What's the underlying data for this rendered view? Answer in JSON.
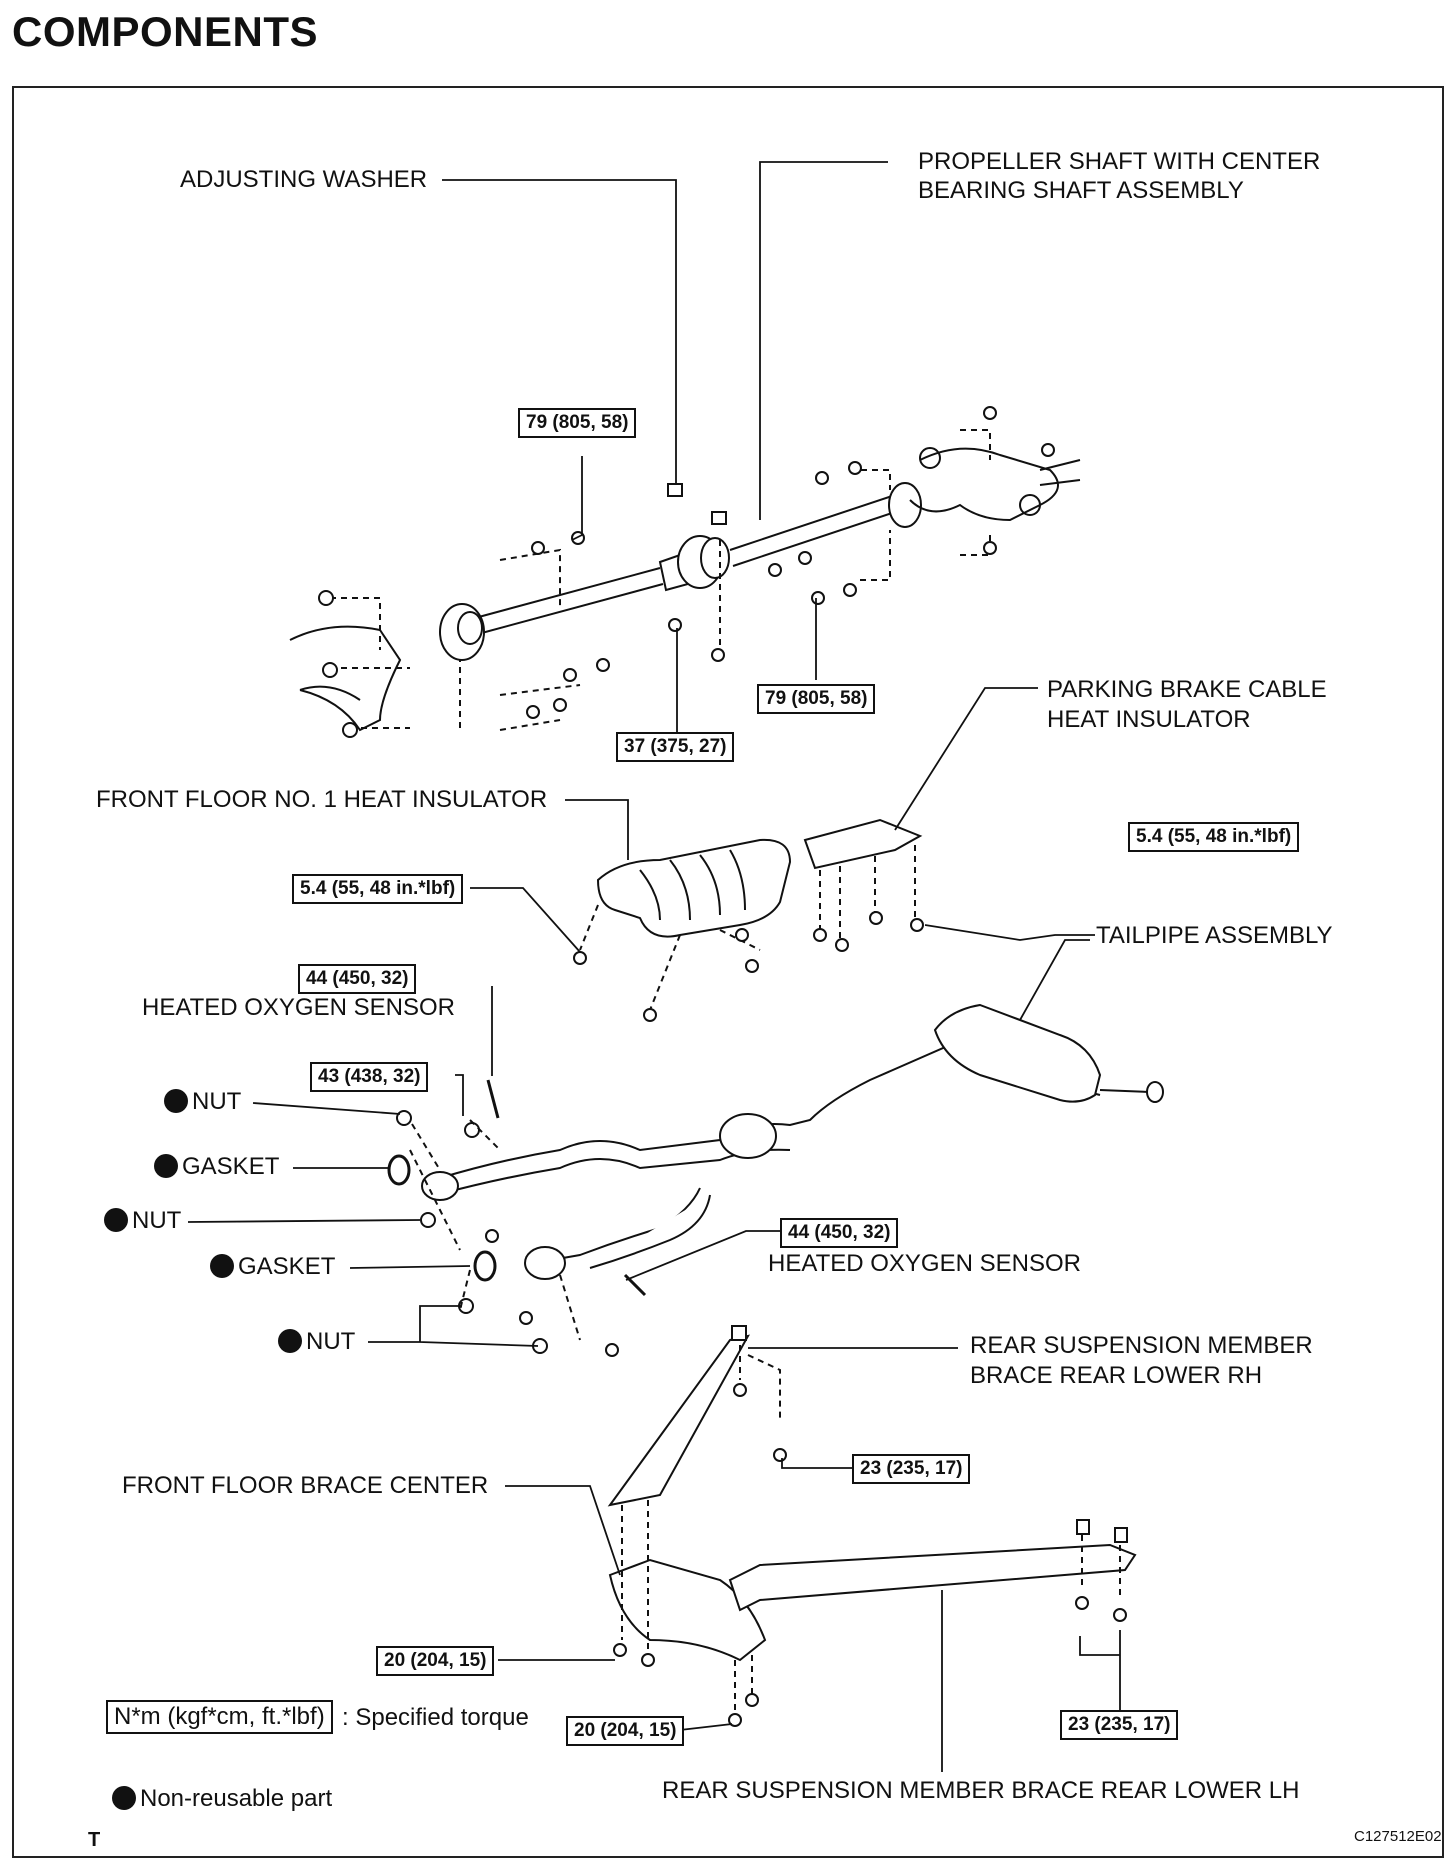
{
  "title": "COMPONENTS",
  "labels": {
    "adjusting_washer": "ADJUSTING WASHER",
    "propeller_shaft_1": "PROPELLER SHAFT WITH CENTER",
    "propeller_shaft_2": "BEARING SHAFT ASSEMBLY",
    "parking_brake_1": "PARKING BRAKE CABLE",
    "parking_brake_2": "HEAT INSULATOR",
    "front_floor_insulator": "FRONT FLOOR NO. 1 HEAT INSULATOR",
    "tailpipe": "TAILPIPE ASSEMBLY",
    "heated_oxygen_sensor_1": "HEATED OXYGEN SENSOR",
    "heated_oxygen_sensor_2": "HEATED OXYGEN SENSOR",
    "nut_1": "NUT",
    "gasket_1": "GASKET",
    "nut_2": "NUT",
    "gasket_2": "GASKET",
    "nut_3": "NUT",
    "rear_rh_1": "REAR SUSPENSION MEMBER",
    "rear_rh_2": "BRACE REAR LOWER RH",
    "front_floor_brace": "FRONT FLOOR BRACE CENTER",
    "rear_lh": "REAR SUSPENSION MEMBER BRACE REAR LOWER LH"
  },
  "torques": {
    "t1": "79 (805, 58)",
    "t2": "79 (805, 58)",
    "t3": "37 (375, 27)",
    "t4": "5.4 (55, 48 in.*lbf)",
    "t5": "5.4 (55, 48 in.*lbf)",
    "t6": "44 (450, 32)",
    "t7": "43 (438, 32)",
    "t8": "44 (450, 32)",
    "t9": "23 (235, 17)",
    "t10": "20 (204, 15)",
    "t11": "20 (204, 15)",
    "t12": "23 (235, 17)"
  },
  "legend": {
    "torque_unit": "N*m (kgf*cm, ft.*lbf)",
    "torque_desc": ": Specified torque",
    "non_reusable": "Non-reusable part"
  },
  "footer": {
    "left_mark": "T",
    "figure_code": "C127512E02"
  }
}
